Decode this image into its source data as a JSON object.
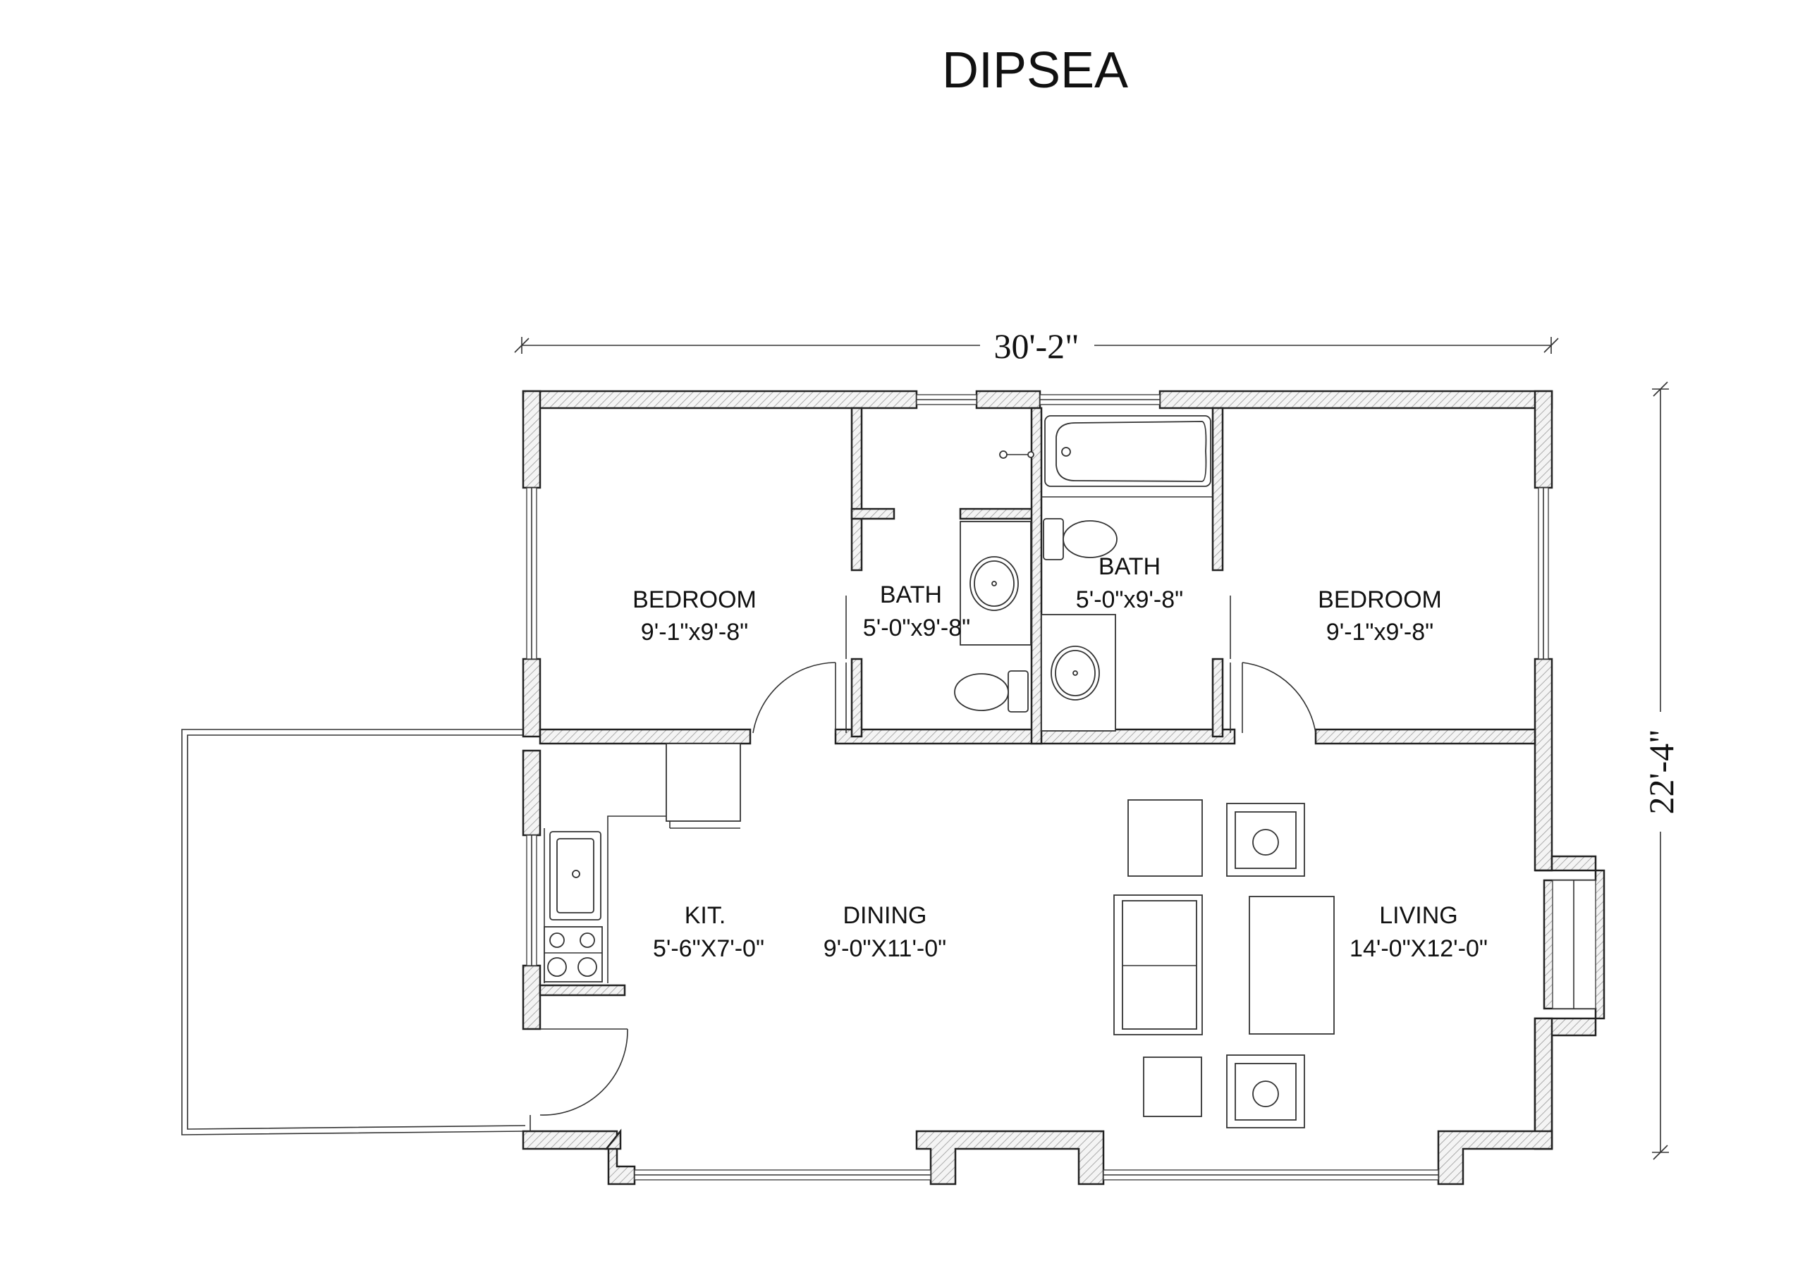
{
  "title": "DIPSEA",
  "dimensions": {
    "width_label": "30'-2\"",
    "depth_label": "22'-4\""
  },
  "rooms": {
    "bedroom_left": {
      "name": "BEDROOM",
      "size": "9'-1\"x9'-8\""
    },
    "bath_left": {
      "name": "BATH",
      "size": "5'-0\"x9'-8\""
    },
    "bath_right": {
      "name": "BATH",
      "size": "5'-0\"x9'-8\""
    },
    "bedroom_right": {
      "name": "BEDROOM",
      "size": "9'-1\"x9'-8\""
    },
    "kitchen": {
      "name": "KIT.",
      "size": "5'-6\"X7'-0\""
    },
    "dining": {
      "name": "DINING",
      "size": "9'-0\"X11'-0\""
    },
    "living": {
      "name": "LIVING",
      "size": "14'-0\"X12'-0\""
    }
  }
}
